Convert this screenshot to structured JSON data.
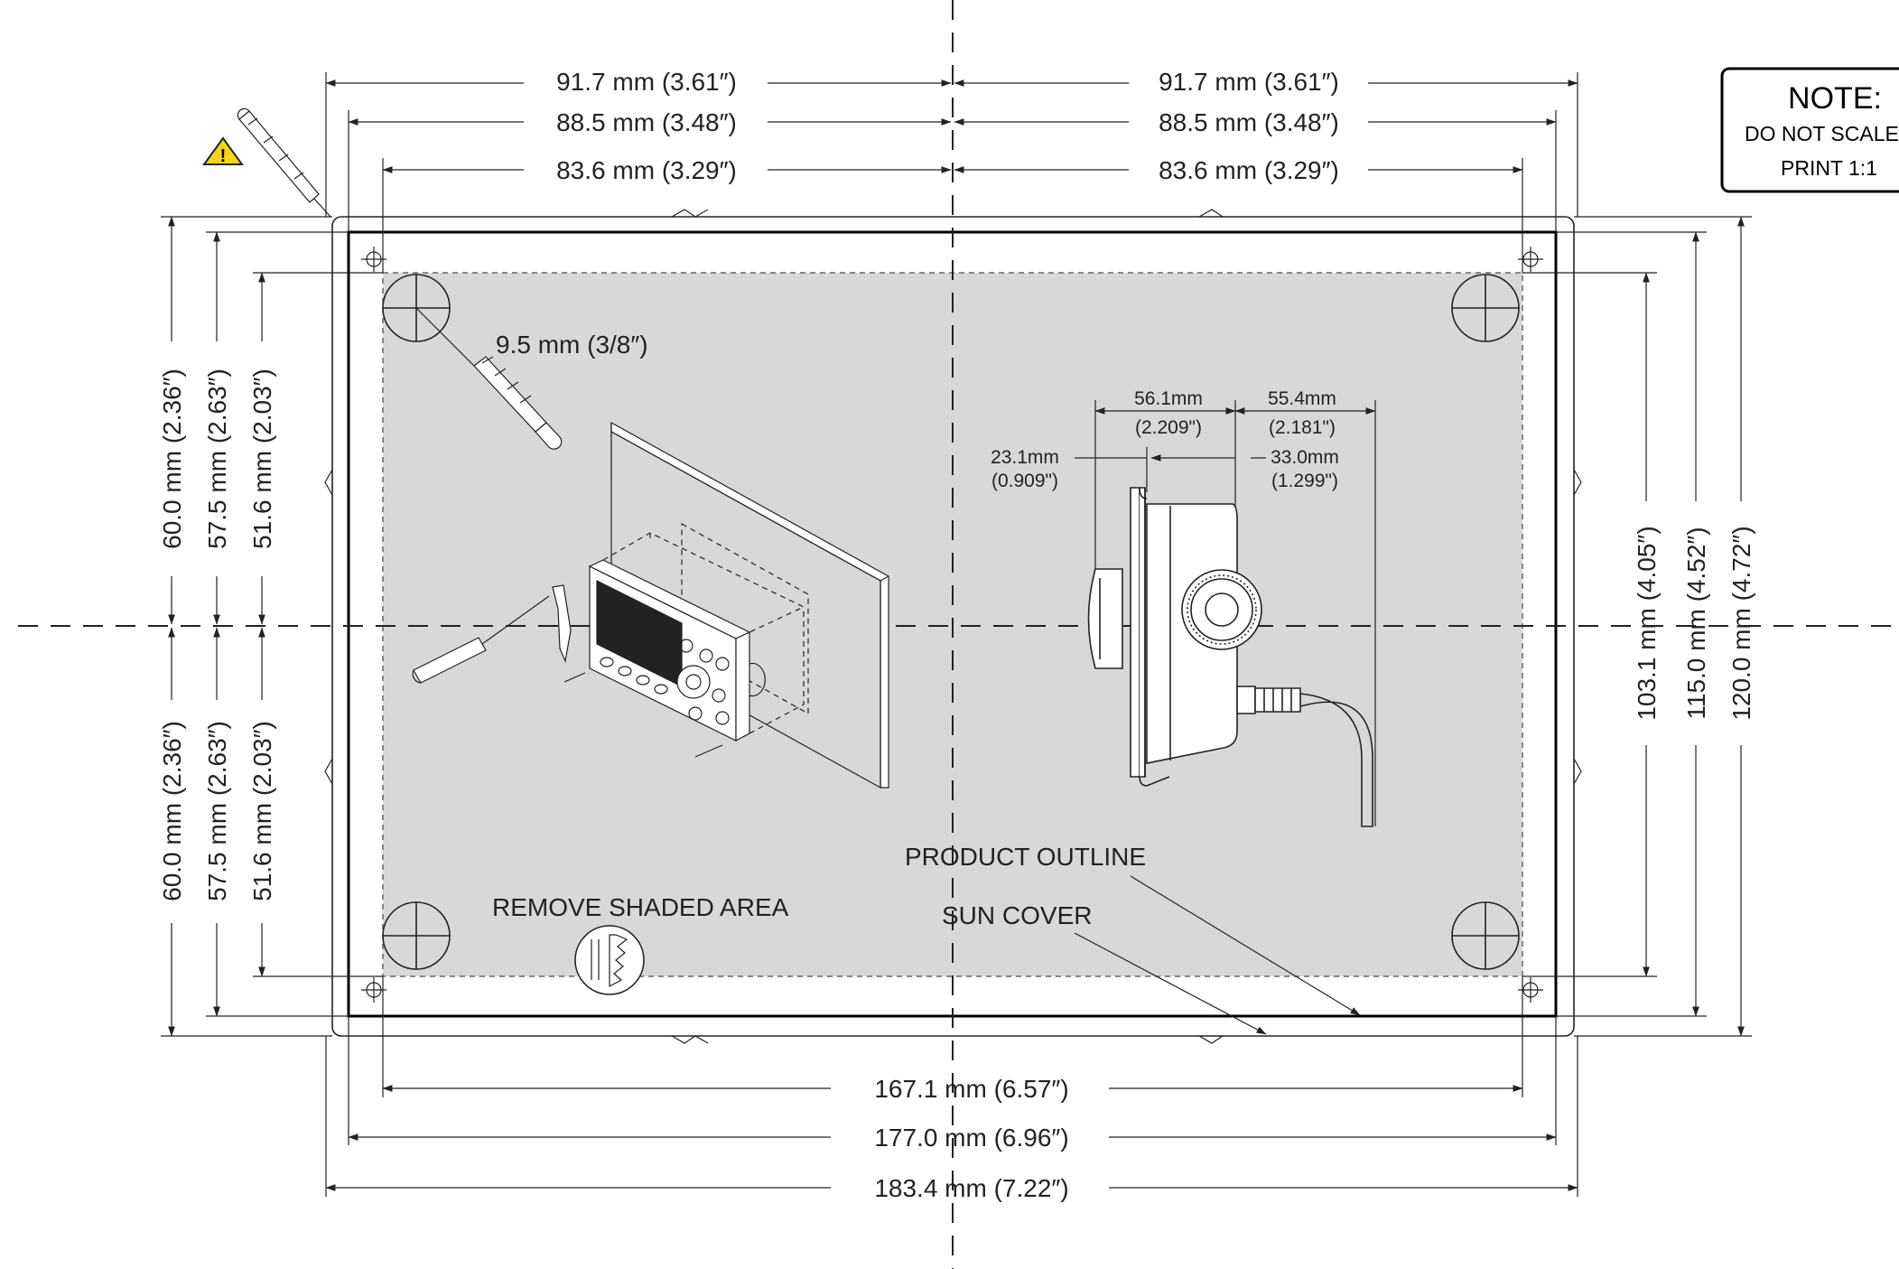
{
  "note": {
    "title": "NOTE:",
    "line1": "DO NOT SCALE",
    "line2": "PRINT 1:1"
  },
  "top_dimensions": {
    "outer_left": "91.7 mm (3.61″)",
    "outer_right": "91.7 mm (3.61″)",
    "middle_left": "88.5 mm (3.48″)",
    "middle_right": "88.5 mm (3.48″)",
    "inner_left": "83.6 mm (3.29″)",
    "inner_right": "83.6 mm (3.29″)"
  },
  "bottom_dimensions": {
    "inner": "167.1 mm (6.57″)",
    "middle": "177.0 mm (6.96″)",
    "outer": "183.4 mm (7.22″)"
  },
  "left_dimensions": {
    "outer_upper": "60.0 mm (2.36″)",
    "middle_upper": "57.5 mm (2.63″)",
    "inner_upper": "51.6 mm (2.03″)",
    "outer_lower": "60.0 mm (2.36″)",
    "middle_lower": "57.5 mm (2.63″)",
    "inner_lower": "51.6 mm (2.03″)"
  },
  "right_dimensions": {
    "inner": "103.1 mm (4.05″)",
    "middle": "115.0 mm (4.52″)",
    "outer": "120.0 mm (4.72″)"
  },
  "drill": {
    "size": "9.5 mm (3/8″)"
  },
  "side_view": {
    "width_a": "56.1mm",
    "width_a_in": "(2.209\")",
    "width_b": "55.4mm",
    "width_b_in": "(2.181\")",
    "depth_a": "23.1mm",
    "depth_a_in": "(0.909\")",
    "depth_b": "33.0mm",
    "depth_b_in": "(1.299\")"
  },
  "labels": {
    "product_outline": "PRODUCT OUTLINE",
    "sun_cover": "SUN COVER",
    "remove_shaded": "REMOVE SHADED AREA"
  },
  "icons": [
    "warning-icon",
    "drill-bit-icon",
    "jigsaw-icon",
    "screwdriver-icon",
    "crosshair-icon"
  ]
}
